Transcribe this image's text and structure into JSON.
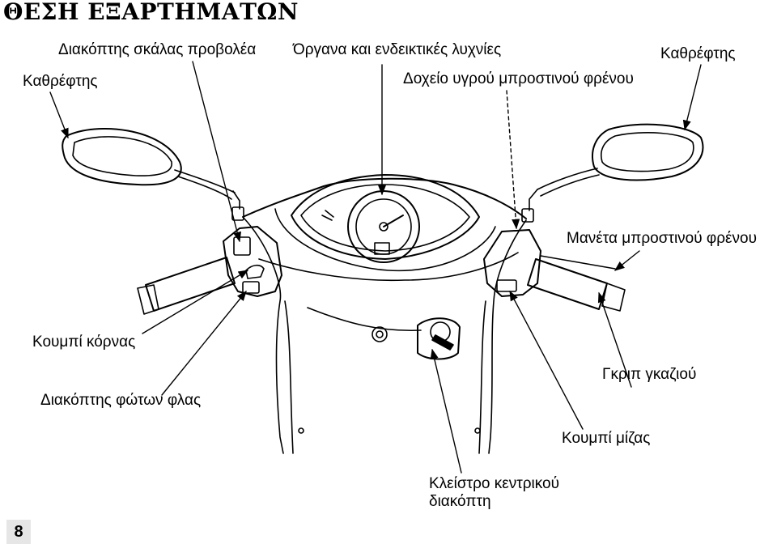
{
  "page": {
    "title": "ΘΕΣΗ ΕΞΑΡΤΗΜΑΤΩΝ",
    "number": "8"
  },
  "labels": {
    "headlight_switch": "Διακόπτης σκάλας προβολέα",
    "instruments": "Όργανα και ενδεικτικές λυχνίες",
    "mirror_left": "Καθρέφτης",
    "mirror_right": "Καθρέφτης",
    "brake_reservoir": "Δοχείο υγρού μπροστινού φρένου",
    "front_brake_lever": "Μανέτα μπροστινού φρένου",
    "horn_button": "Κουμπί κόρνας",
    "throttle_grip": "Γκριπ γκαζιού",
    "flasher_switch": "Διακόπτης φώτων φλας",
    "starter_button": "Κουμπί μίζας",
    "ignition_line1": "Κλείστρο κεντρικού",
    "ignition_line2": "διακόπτη"
  }
}
